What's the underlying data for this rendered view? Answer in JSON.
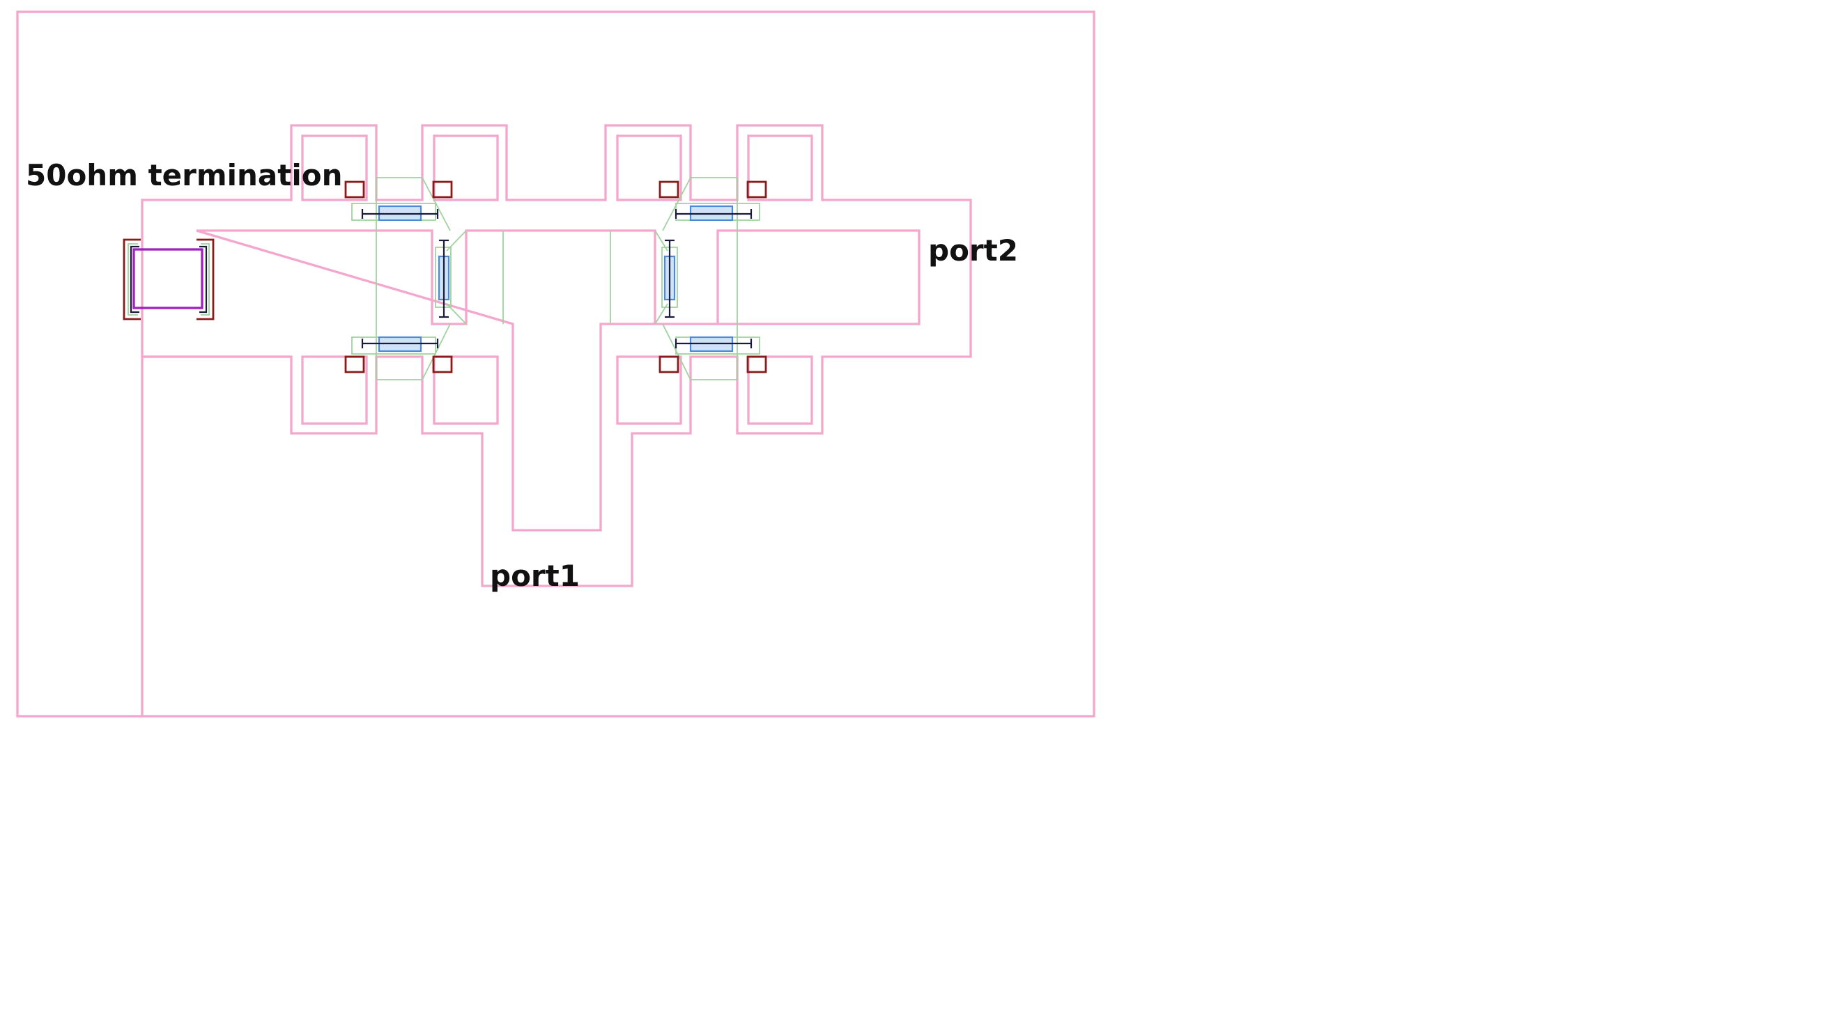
{
  "labels": {
    "termination": "50ohm termination",
    "port1": "port1",
    "port2": "port2"
  },
  "colors": {
    "metal_outline": "#f4a6cc",
    "via_ring": "#9ed39e",
    "resistor_fill": "#cfe3f7",
    "resistor_outline": "#4a8ad6",
    "contact": "#1a1a3a",
    "pad": "#8b1a1a",
    "termination_resistor": "#a020c0",
    "text": "#111111"
  }
}
